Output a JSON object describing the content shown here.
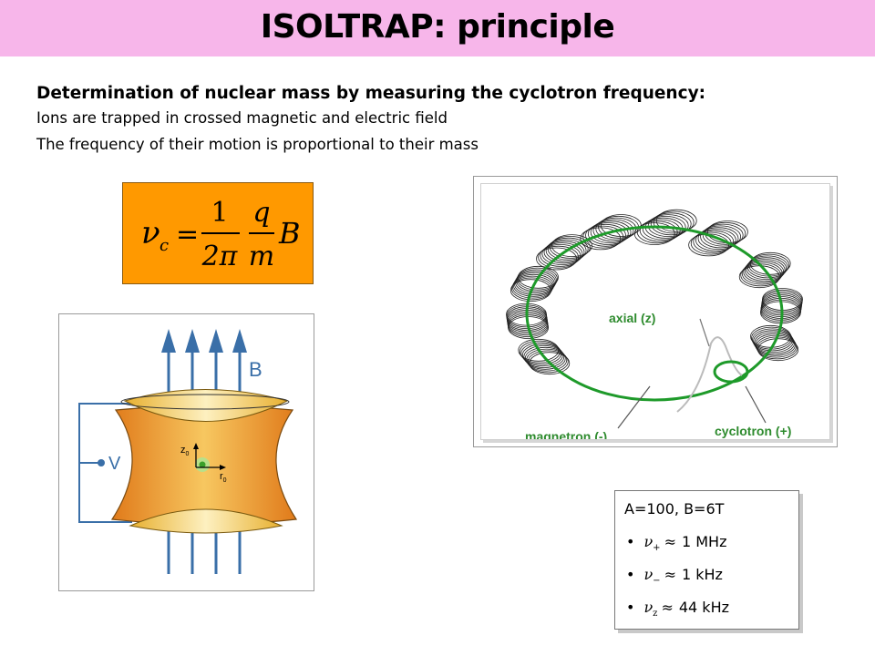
{
  "slide": {
    "title": "ISOLTRAP: principle",
    "heading": "Determination of nuclear mass by measuring the cyclotron frequency:",
    "lines": [
      "Ions are trapped in crossed magnetic and electric field",
      "The frequency of their motion is proportional to their mass"
    ]
  },
  "formula": {
    "lhs": "ν",
    "lhs_sub": "c",
    "equals": "=",
    "num1": "1",
    "den1": "2π",
    "num2": "q",
    "den2": "m",
    "tail": "B"
  },
  "trap": {
    "b_label": "B",
    "v_label": "V",
    "z0_label": "z",
    "z0_sub": "0",
    "r0_label": "r",
    "r0_sub": "0"
  },
  "motion": {
    "axial_label": "axial (z)",
    "magnetron_label": "magnetron (-)",
    "cyclotron_label": "cyclotron (+)"
  },
  "frequencies": {
    "header": "A=100, B=6T",
    "items": [
      {
        "bullet": "•",
        "symbol": "ν",
        "sub": "+",
        "approx": "≈",
        "value": "1 MHz"
      },
      {
        "bullet": "•",
        "symbol": "ν",
        "sub": "−",
        "approx": "≈",
        "value": "1 kHz"
      },
      {
        "bullet": "•",
        "symbol": "ν",
        "sub": "z",
        "approx": "≈",
        "value": "44 kHz"
      }
    ]
  },
  "colors": {
    "title_band": "#f7b6ea",
    "formula_bg": "#ff9900",
    "field_arrows": "#3a6fa8",
    "electrode": "#f0b830",
    "orbit_green": "#1e9a2a",
    "label_green": "#2e8b2e"
  }
}
